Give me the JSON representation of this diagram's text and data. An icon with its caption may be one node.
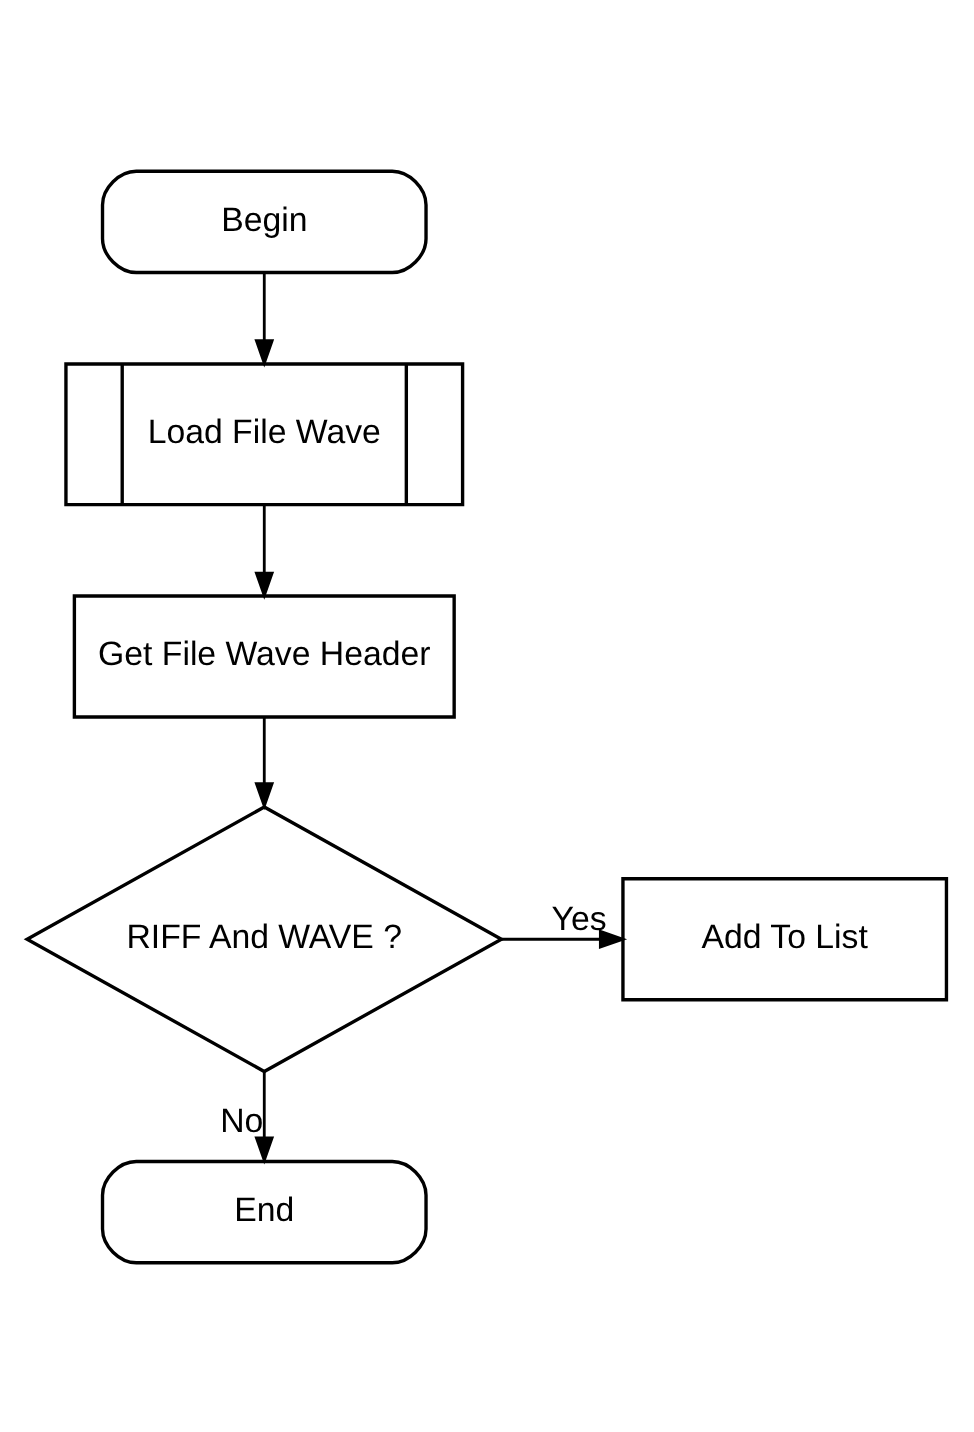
{
  "diagram": {
    "nodes": [
      {
        "text": [
          "Begin"
        ]
      },
      {
        "text": [
          "Load File Wave"
        ]
      },
      {
        "text": [
          "Get File Wave Header"
        ]
      },
      {
        "text": [
          "RIFF And WAVE ?"
        ]
      },
      {
        "text": [
          "Add To List"
        ]
      },
      {
        "text": [
          "End"
        ]
      }
    ],
    "edges": [
      {
        "from": 0,
        "to": 1,
        "arrow": "to"
      },
      {
        "from": 1,
        "to": 2,
        "arrow": "to"
      },
      {
        "from": 2,
        "to": 3,
        "arrow": "to"
      },
      {
        "from": 3,
        "to": 4,
        "arrow": "to",
        "label": "Yes"
      },
      {
        "from": 3,
        "to": 5,
        "arrow": "to",
        "label": "No"
      }
    ]
  }
}
